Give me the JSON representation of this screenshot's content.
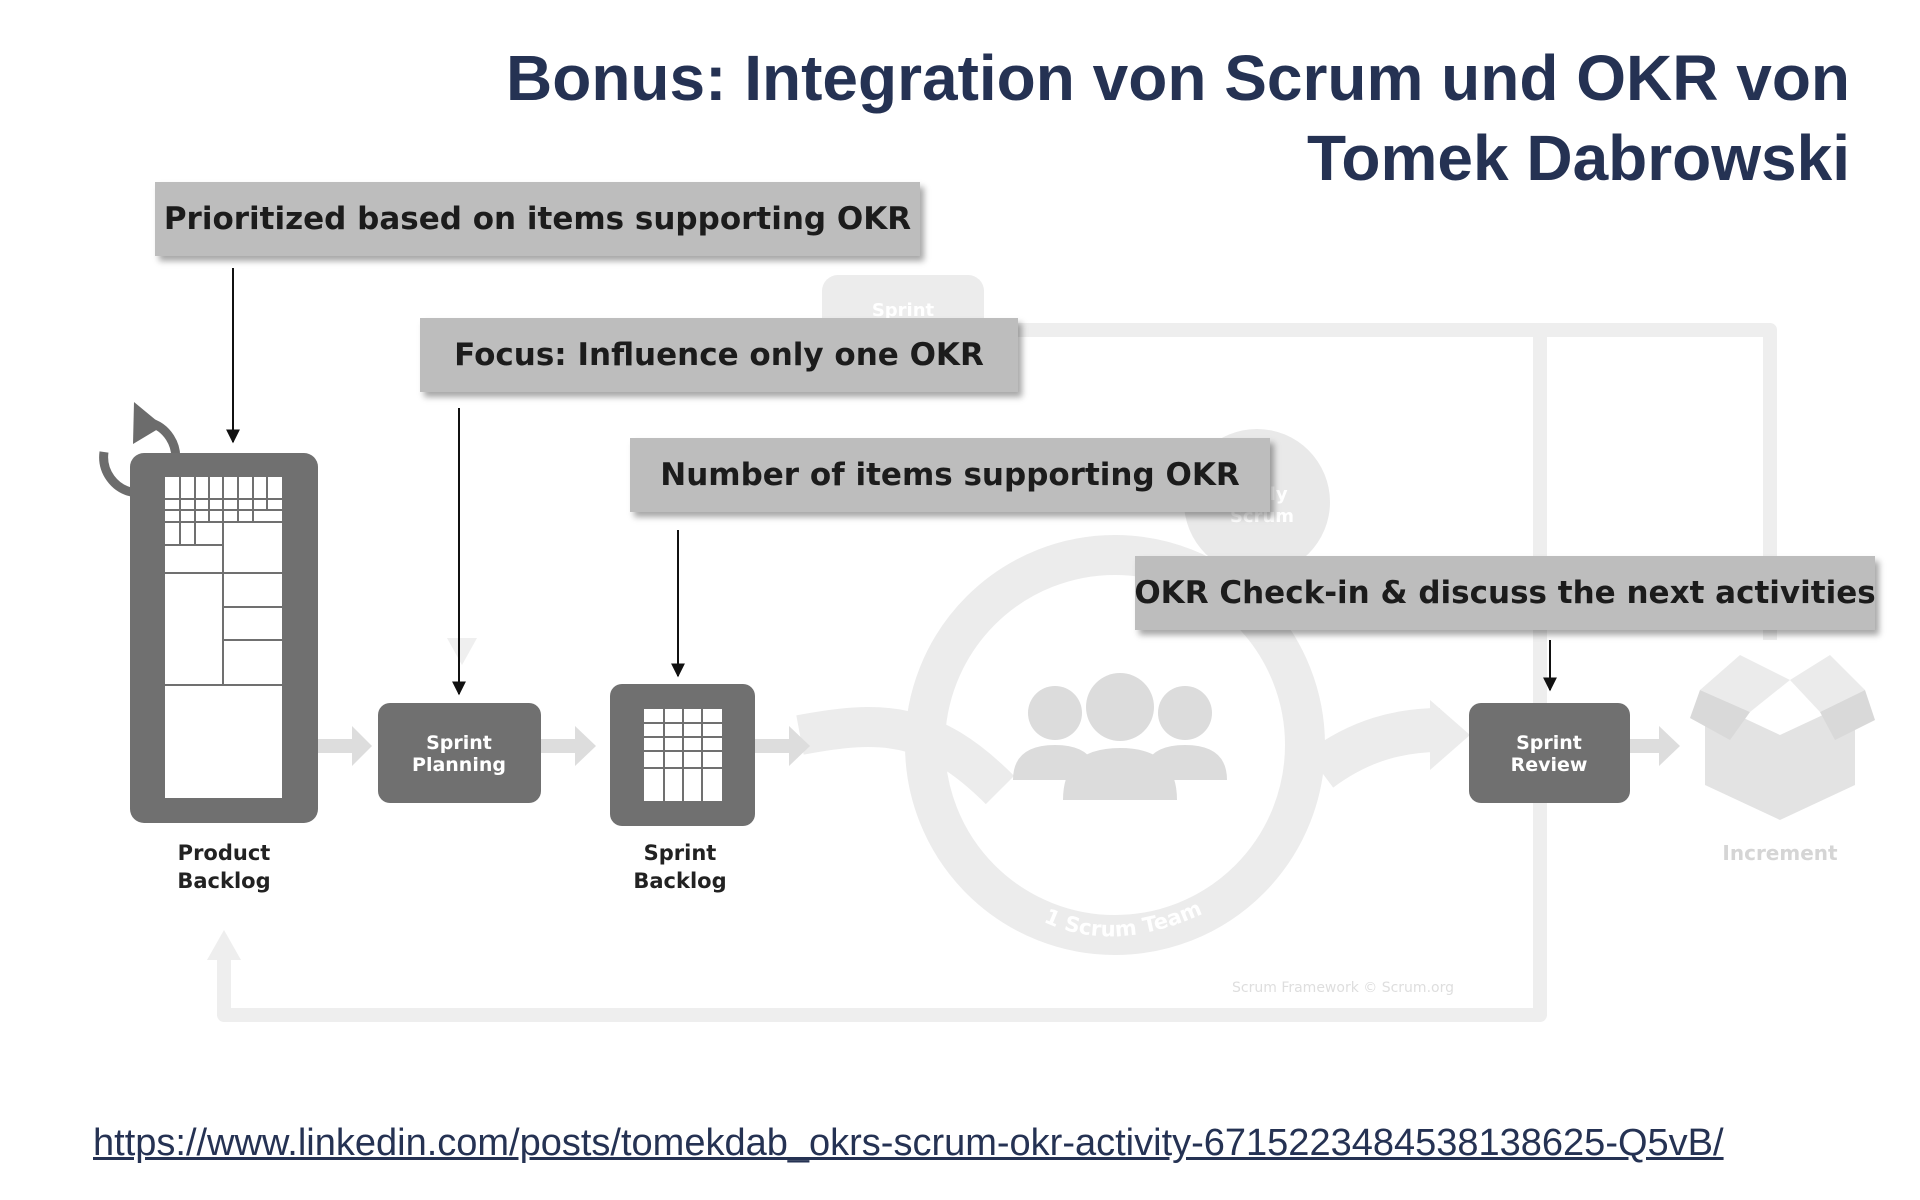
{
  "title": {
    "line1": "Bonus: Integration von Scrum und OKR von",
    "line2": "Tomek Dabrowski"
  },
  "callouts": {
    "prioritized": "Prioritized based on items supporting OKR",
    "focus": "Focus: Influence only one OKR",
    "number_items": "Number of items supporting OKR",
    "checkin": "OKR Check-in & discuss the next activities"
  },
  "framework": {
    "product_backlog": [
      "Product",
      "Backlog"
    ],
    "sprint_planning": [
      "Sprint",
      "Planning"
    ],
    "sprint_backlog": [
      "Sprint",
      "Backlog"
    ],
    "sprint_review": [
      "Sprint",
      "Review"
    ],
    "increment": "Increment",
    "scrum_team": "1 Scrum Team",
    "daily_scrum": [
      "Daily",
      "Scrum"
    ],
    "sprint_tab": "Sprint",
    "copyright": "Scrum Framework © Scrum.org"
  },
  "icons": [
    "refresh-icon",
    "team-icon",
    "box-icon"
  ],
  "colors": {
    "title": "#253253",
    "callout_bg": "#bdbdbd",
    "node": "#707070",
    "faded": "#e6e6e6"
  },
  "link": {
    "url": "https://www.linkedin.com/posts/tomekdab_okrs-scrum-okr-activity-6715223484538138625-Q5vB/"
  }
}
